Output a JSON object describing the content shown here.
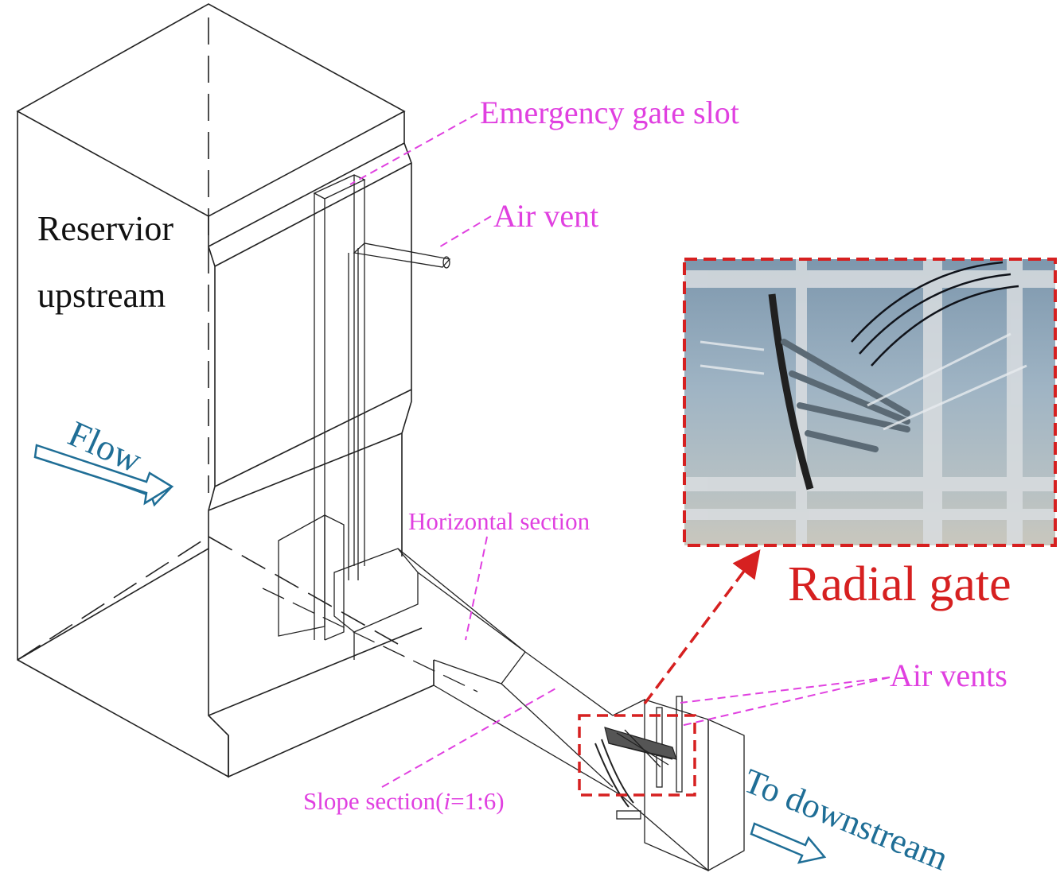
{
  "labels": {
    "reservoir_line1": "Reservior",
    "reservoir_line2": "upstream",
    "flow": "Flow",
    "emergency_gate_slot": "Emergency gate slot",
    "air_vent": "Air vent",
    "horizontal_section": "Horizontal section",
    "slope_section_prefix": "Slope section(",
    "slope_section_var": "i",
    "slope_section_suffix": "=1:6)",
    "radial_gate": "Radial gate",
    "air_vents": "Air vents",
    "to_downstream": "To downstream"
  },
  "colors": {
    "line": "#222222",
    "leader": "#e040e0",
    "arrow": "#1f6e96",
    "highlight": "#d62020"
  }
}
